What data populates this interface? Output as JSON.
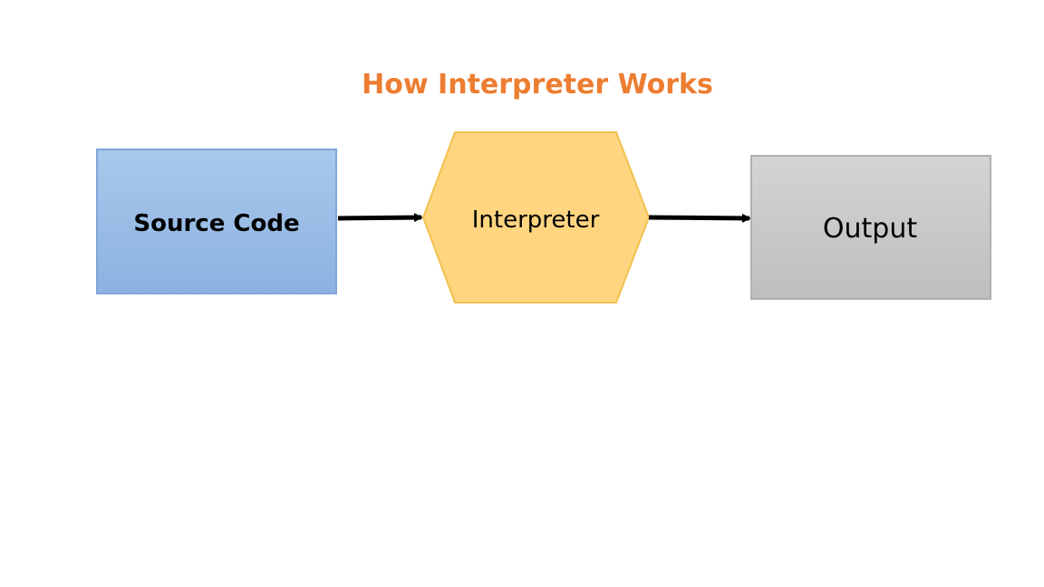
{
  "title": "How Interpreter Works",
  "nodes": {
    "source": {
      "label": "Source Code",
      "shape": "rectangle"
    },
    "interpreter": {
      "label": "Interpreter",
      "shape": "hexagon"
    },
    "output": {
      "label": "Output",
      "shape": "rectangle"
    }
  },
  "edges": [
    {
      "from": "Source Code",
      "to": "Interpreter"
    },
    {
      "from": "Interpreter",
      "to": "Output"
    }
  ],
  "colors": {
    "title": "#ED7D31",
    "source_fill_top": "#A9C8EC",
    "source_fill_bottom": "#8CB2E0",
    "source_border": "#7FA6D6",
    "interpreter_fill": "#FFD580",
    "interpreter_border": "#F2C14E",
    "output_fill_top": "#D4D4D4",
    "output_fill_bottom": "#BEBEBE",
    "output_border": "#B0B0B0",
    "arrow": "#000000",
    "text": "#000000"
  }
}
